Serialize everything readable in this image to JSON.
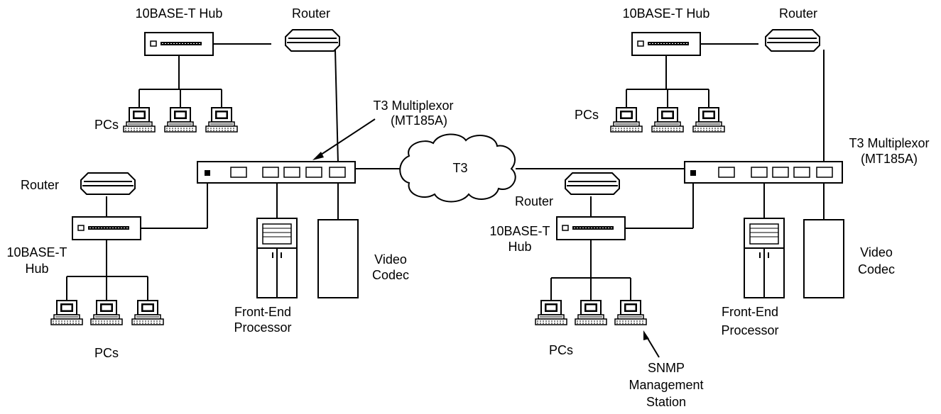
{
  "labels": {
    "hub_tl": "10BASE-T Hub",
    "router_tl": "Router",
    "pcs_tl": "PCs",
    "mux_left_line1": "T3 Multiplexor",
    "mux_left_line2": "(MT185A)",
    "router_ml": "Router",
    "hub_ml_line1": "10BASE-T",
    "hub_ml_line2": "Hub",
    "pcs_bl": "PCs",
    "fep_left_line1": "Front-End",
    "fep_left_line2": "Processor",
    "video_left_line1": "Video",
    "video_left_line2": "Codec",
    "cloud": "T3",
    "hub_tr": "10BASE-T Hub",
    "router_tr": "Router",
    "pcs_tr": "PCs",
    "mux_right_line1": "T3 Multiplexor",
    "mux_right_line2": "(MT185A)",
    "router_mr": "Router",
    "hub_mr_line1": "10BASE-T",
    "hub_mr_line2": "Hub",
    "pcs_br": "PCs",
    "fep_right_line1": "Front-End",
    "fep_right_line2": "Processor",
    "video_right_line1": "Video",
    "video_right_line2": "Codec",
    "snmp_line1": "SNMP",
    "snmp_line2": "Management",
    "snmp_line3": "Station"
  }
}
